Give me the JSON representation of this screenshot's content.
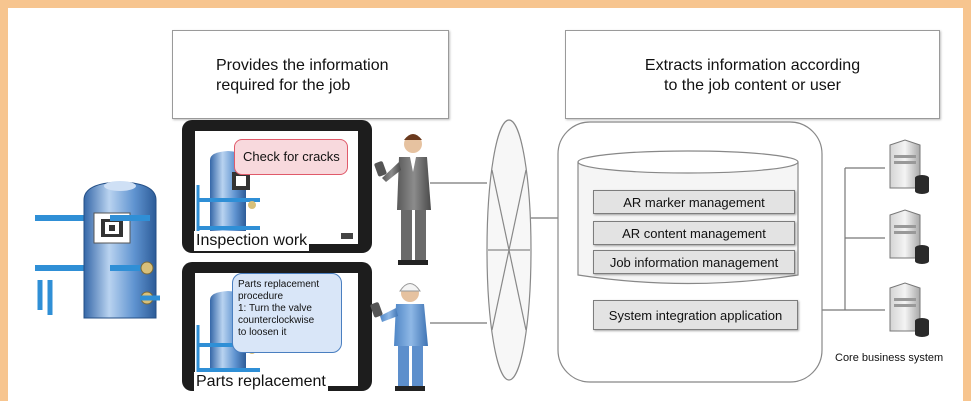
{
  "callouts": {
    "left": [
      "Provides the information",
      "required for the job"
    ],
    "right": [
      "Extracts information according",
      "to the job content or user"
    ]
  },
  "tablets": {
    "inspection": {
      "label": "Inspection work",
      "bubble": "Check for cracks"
    },
    "replacement": {
      "label": "Parts replacement",
      "bubble": [
        "Parts replacement",
        "procedure",
        "1: Turn the valve",
        "counterclockwise",
        "to loosen it"
      ]
    }
  },
  "system": {
    "modules": [
      "AR marker management",
      "AR content management",
      "Job information management"
    ],
    "integration": "System integration application"
  },
  "servers": {
    "label": "Core business system"
  },
  "colors": {
    "border": "#f7c58f",
    "tank": "#3f7fc4",
    "pipe": "#2f8fd6",
    "bubble_pink": "#f8d9dd",
    "bubble_pink_border": "#e05a6a",
    "bubble_blue": "#d9e6f8",
    "bubble_blue_border": "#4a7fc0"
  }
}
